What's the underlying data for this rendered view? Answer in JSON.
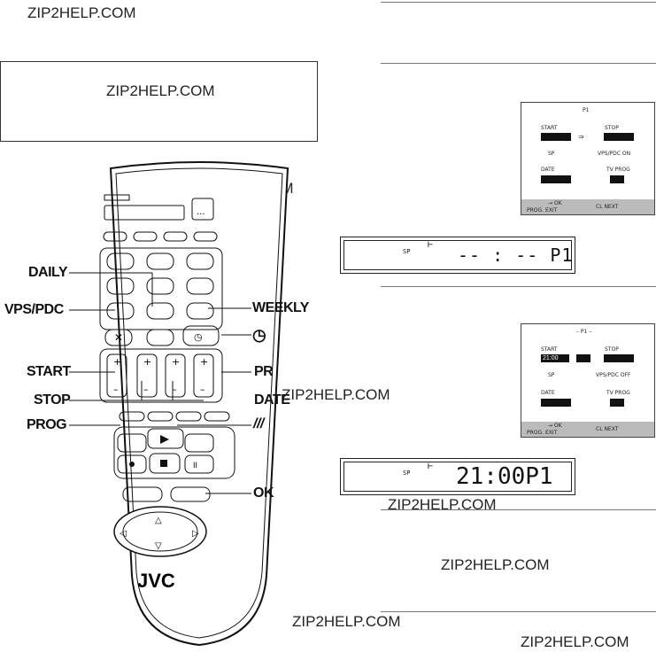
{
  "watermark": "ZIP2HELP.COM",
  "remote": {
    "brand": "JVC",
    "labels": {
      "daily": "DAILY",
      "vps_pdc": "VPS/PDC",
      "start": "START",
      "stop": "STOP",
      "prog": "PROG",
      "weekly": "WEEKLY",
      "pr": "PR",
      "date": "DATE",
      "ok": "OK"
    }
  },
  "osd1": {
    "title": "P1",
    "start_label": "START",
    "stop_label": "STOP",
    "sp_label": "SP",
    "vps_label": "VPS/PDC ON",
    "date_label": "DATE",
    "tv_prog_label": "TV PROG",
    "bottom_left": "→ OK",
    "bottom_left2": "PROG. EXIT",
    "bottom_right": "CL  NEXT"
  },
  "lcd1": {
    "sp": "SP",
    "digits": "-- : -- P1"
  },
  "osd2": {
    "title": "– P1 –",
    "start_label": "START",
    "stop_label": "STOP",
    "start_value": "21:00",
    "sp_label": "SP",
    "vps_label": "VPS/PDC OFF",
    "date_label": "DATE",
    "tv_prog_label": "TV PROG",
    "bottom_left": "→ OK",
    "bottom_left2": "PROG. EXIT",
    "bottom_right": "CL  NEXT"
  },
  "lcd2": {
    "sp": "SP",
    "digits": "21:00P1"
  }
}
